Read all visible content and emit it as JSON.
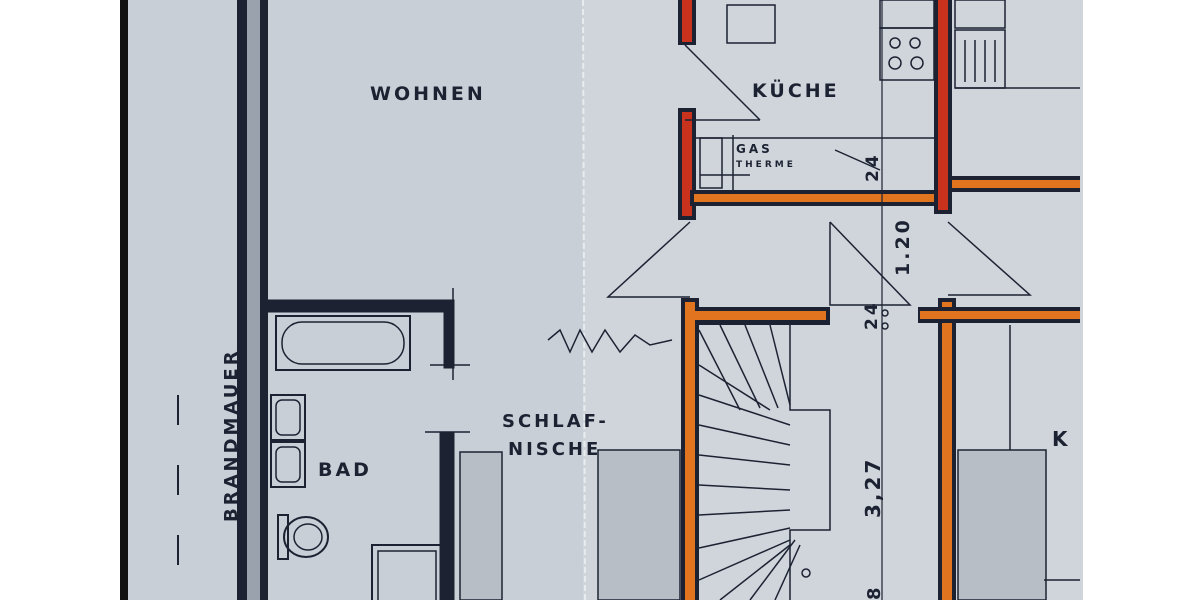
{
  "plan": {
    "labels": {
      "living": "WOHNEN",
      "kitchen": "KÜCHE",
      "gas_1": "GAS",
      "gas_2": "THERME",
      "firewall": "BRANDMAUER",
      "bath": "BAD",
      "sleep_1": "SCHLAF-",
      "sleep_2": "NISCHE",
      "room_k": "K"
    },
    "dimensions": {
      "wall_top": "24",
      "hall_width": "1.20",
      "wall_mid": "24",
      "stair_length": "3,27",
      "bottom": "8"
    },
    "colors": {
      "paper": "#c8cfd6",
      "ink": "#1d2233",
      "wall_orange": "#e0741f",
      "wall_red": "#c9321c"
    }
  }
}
